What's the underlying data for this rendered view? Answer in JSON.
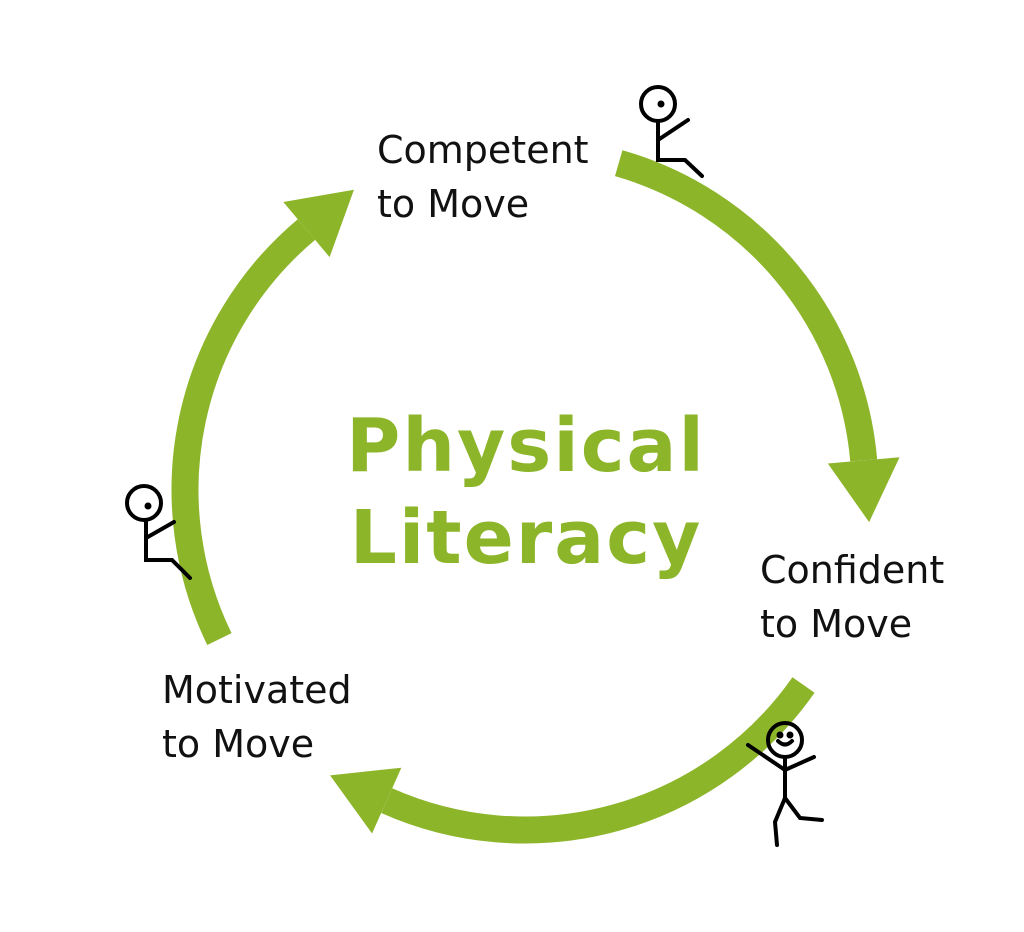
{
  "title": {
    "line1": "Physical",
    "line2": "Literacy"
  },
  "stages": [
    {
      "line1": "Competent",
      "line2": "to Move"
    },
    {
      "line1": "Confident",
      "line2": "to Move"
    },
    {
      "line1": "Motivated",
      "line2": "to Move"
    }
  ],
  "colors": {
    "arrow": "#8db52a",
    "title": "#8db52a",
    "figure": "#000000"
  }
}
